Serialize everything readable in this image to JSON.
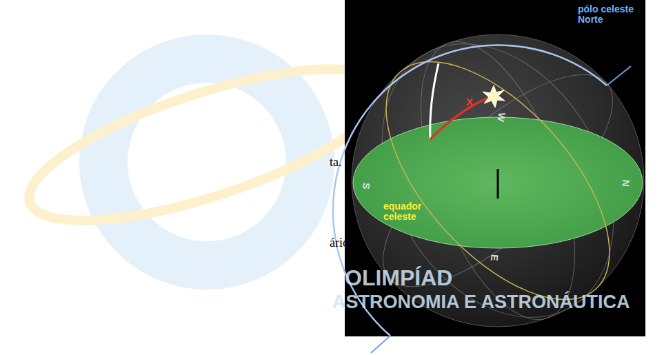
{
  "diagram": {
    "labels": [
      "ta.",
      "ário.",
      "pólo celeste Norte",
      "X",
      "W",
      "S",
      "equador celeste",
      "N",
      "E",
      "OLIMPÍAD",
      "ASTRONOMIA E ASTRONÁUTICA"
    ]
  }
}
